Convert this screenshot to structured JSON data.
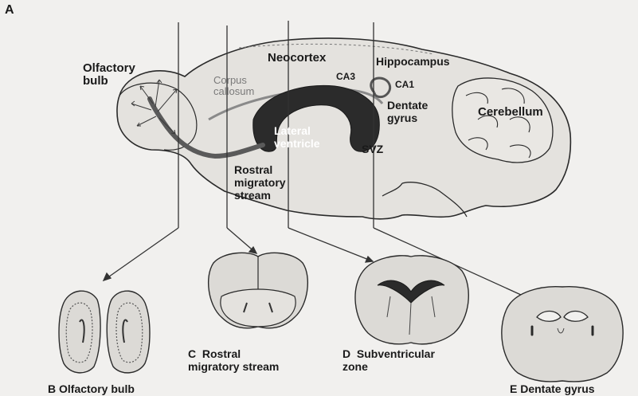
{
  "panel_letter": "A",
  "labels": {
    "olfactory_bulb": "Olfactory\nbulb",
    "corpus_callosum": "Corpus\ncallosum",
    "neocortex": "Neocortex",
    "hippocampus": "Hippocampus",
    "ca3": "CA3",
    "ca1": "CA1",
    "dentate_gyrus": "Dentate\ngyrus",
    "cerebellum": "Cerebellum",
    "lateral_ventricle": "Lateral\nventricle",
    "svz": "SVZ",
    "rostral_migratory_stream": "Rostral\nmigratory\nstream"
  },
  "panels": {
    "b": "B  Olfactory bulb",
    "c": "C  Rostral\nmigratory stream",
    "d": "D  Subventricular\nzone",
    "e": "E  Dentate gyrus"
  },
  "colors": {
    "background": "#f1f0ee",
    "outline": "#2a2a2a",
    "tissue": "#dcdad6",
    "ventricle": "#2b2b2b",
    "stream": "#5a5a5a"
  }
}
